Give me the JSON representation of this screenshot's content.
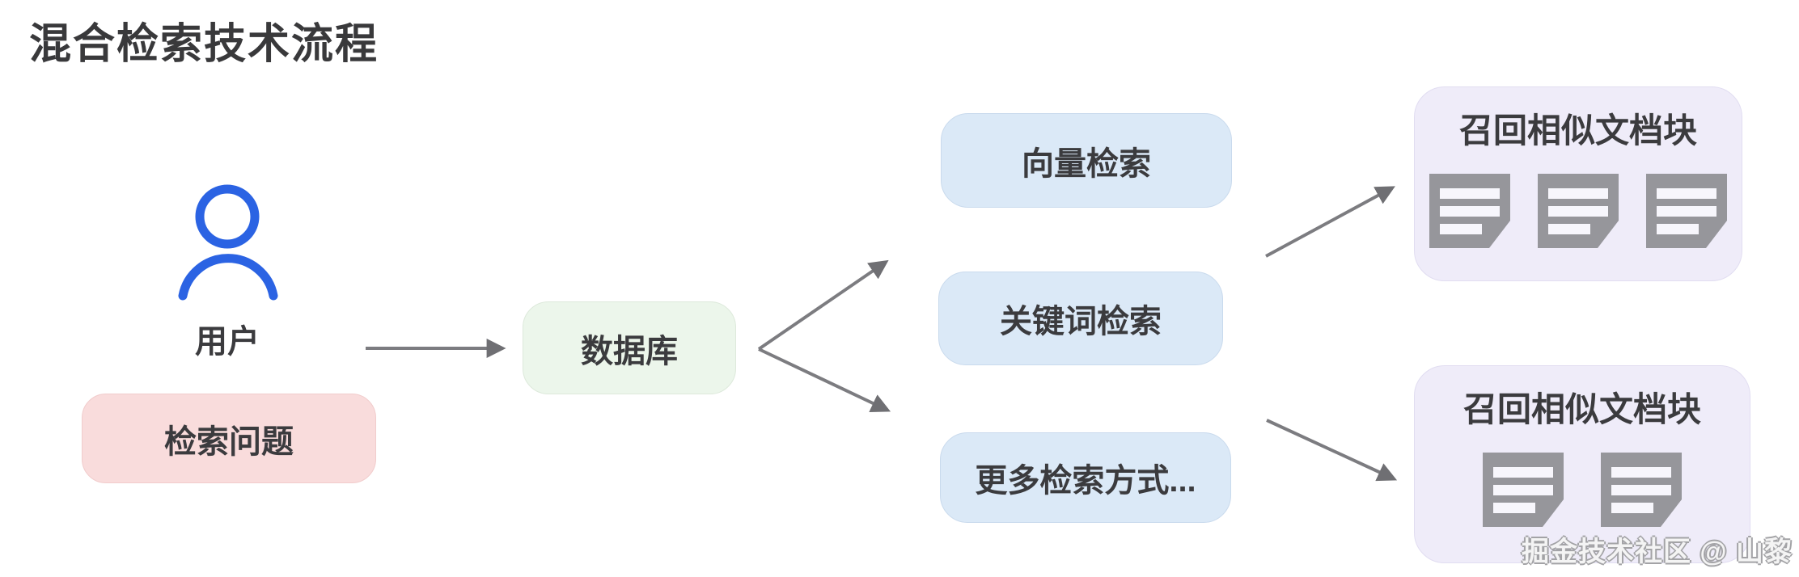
{
  "title": "混合检索技术流程",
  "watermark": "掘金技术社区 @ 山黎",
  "colors": {
    "title_text": "#39393b",
    "node_text": "#3b3b3e",
    "user_icon_blue": "#2b63e3",
    "query_pink": "#f9dcdc",
    "database_green": "#ecf6eb",
    "search_blue": "#dbe9f7",
    "recall_purple": "#efecf9",
    "arrow_gray": "#7c7c80",
    "document_gray": "#96969b"
  },
  "nodes": {
    "user": {
      "label": "用户",
      "icon": "user-icon"
    },
    "query": {
      "label": "检索问题"
    },
    "database": {
      "label": "数据库"
    },
    "vector": {
      "label": "向量检索"
    },
    "keyword": {
      "label": "关键词检索"
    },
    "more": {
      "label": "更多检索方式..."
    },
    "recall_top": {
      "label": "召回相似文档块",
      "doc_count": 3,
      "icon": "document-icon"
    },
    "recall_bottom": {
      "label": "召回相似文档块",
      "doc_count": 2,
      "icon": "document-icon"
    }
  },
  "edges": [
    {
      "from": "user",
      "to": "database"
    },
    {
      "from": "database",
      "to": "vector"
    },
    {
      "from": "database",
      "to": "more"
    },
    {
      "from": "keyword",
      "to": "recall_top"
    },
    {
      "from": "more",
      "to": "recall_bottom"
    }
  ]
}
